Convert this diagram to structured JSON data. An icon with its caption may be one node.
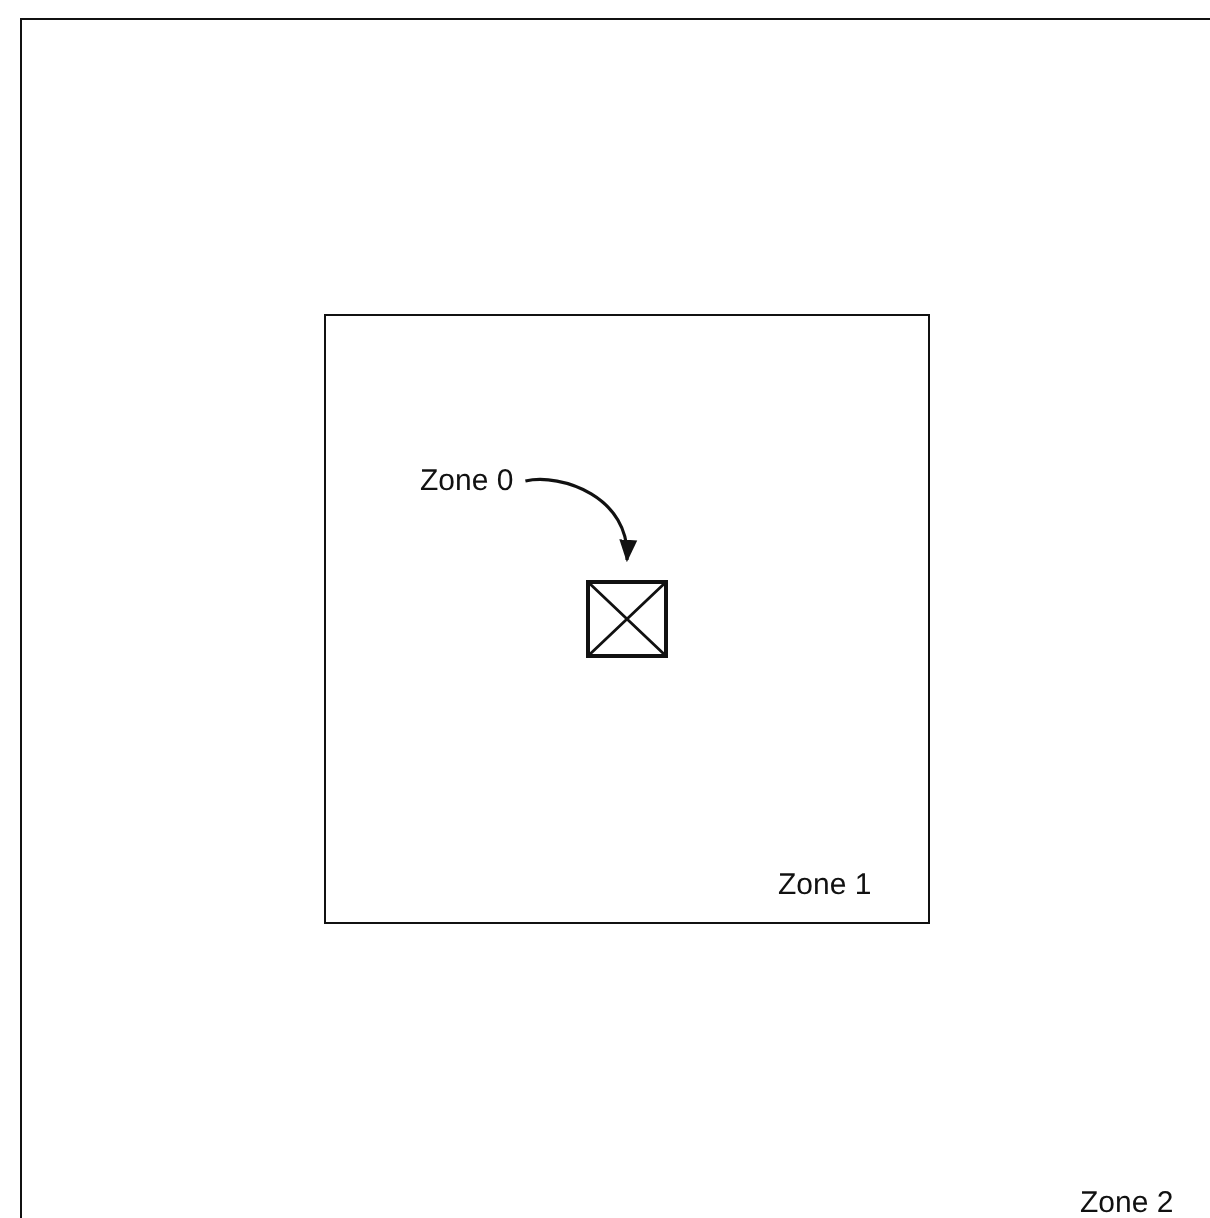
{
  "diagram": {
    "nodes": [
      {
        "text": [
          "Zone 2"
        ]
      },
      {
        "text": [
          "Zone 1"
        ],
        "in": 0
      },
      {
        "text": [
          "Zone 0"
        ],
        "in": 1
      },
      {
        "text": [],
        "shape": "box",
        "in": 1
      }
    ],
    "edges": [
      {
        "from": 2,
        "to": 3,
        "arrow": "to"
      }
    ]
  }
}
